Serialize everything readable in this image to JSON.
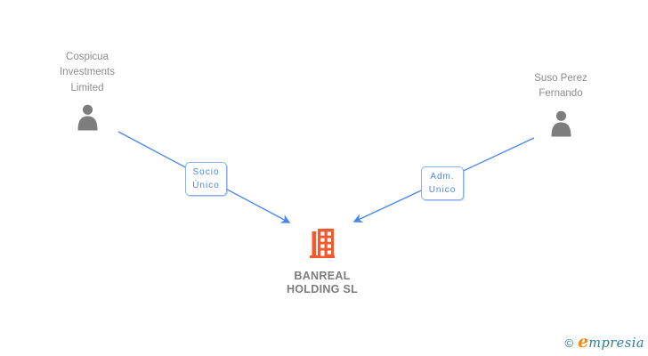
{
  "page": {
    "background": "#ffffff",
    "type": "corporate-relationship-diagram"
  },
  "colors": {
    "edge_blue": "#4a86e8",
    "edge_label_border": "#8cb0ea",
    "node_text_gray": "#8c8c8c",
    "company_text_gray": "#7c7c7c",
    "person_icon_gray": "#7d7d7d",
    "building_orange": "#f5592e",
    "logo_teal": "#2b7f94",
    "logo_orange": "#ef8a14"
  },
  "nodes": {
    "shareholder": {
      "label": "Cospicua\nInvestments\nLimited",
      "icon": "person-icon"
    },
    "administrator": {
      "label": "Suso Perez\nFernando",
      "icon": "person-icon"
    },
    "company": {
      "label": "BANREAL\nHOLDING SL",
      "icon": "building-icon"
    }
  },
  "edges": {
    "shareholder_to_company": {
      "from": "Cospicua Investments Limited",
      "to": "BANREAL HOLDING SL",
      "label": "Socio\nÚnico"
    },
    "administrator_to_company": {
      "from": "Suso Perez Fernando",
      "to": "BANREAL HOLDING SL",
      "label": "Adm.\nUnico"
    }
  },
  "footer": {
    "copyright_symbol": "©",
    "brand_initial": "e",
    "brand_rest": "mpresia"
  }
}
